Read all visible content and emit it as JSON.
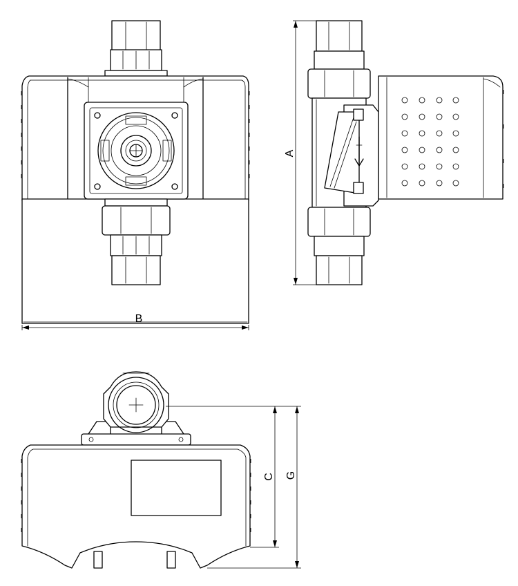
{
  "dimensions": {
    "A": "A",
    "B": "B",
    "C": "C",
    "G": "G"
  }
}
